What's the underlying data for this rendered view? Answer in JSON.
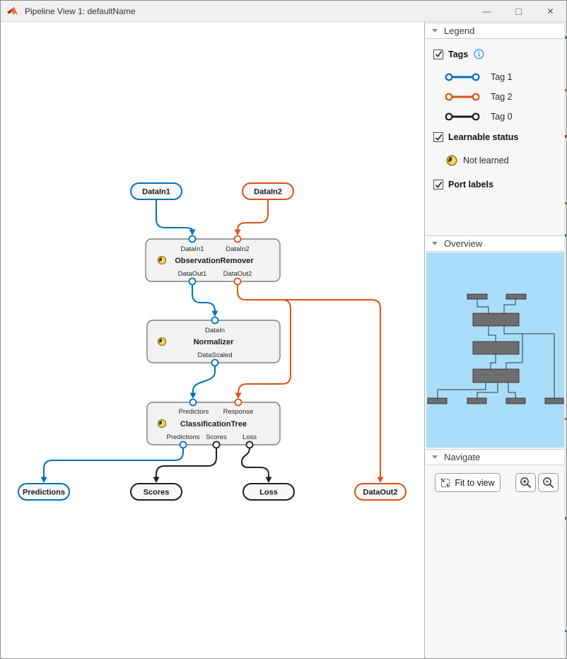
{
  "window": {
    "title": "Pipeline View 1: defaultName",
    "controls": {
      "minimize": "—",
      "maximize": "□",
      "close": "✕"
    }
  },
  "icons": {
    "matlab-logo": "triangle-membrane",
    "info": "ⓘ",
    "not-learned-clock": "🕖",
    "fit-to-view": "⛶",
    "zoom-in": "🔍+",
    "zoom-out": "🔍−",
    "collapse-arrow": "▾",
    "checkbox-checked": "☑"
  },
  "colors": {
    "tag1_blue": "#0072BD",
    "tag2_orange": "#D95319",
    "tag0_black": "#1F1F1F",
    "minimap_bg": "#AADDFA",
    "block_fill": "#F2F2F2"
  },
  "diagram": {
    "inputs": [
      {
        "label": "DataIn1",
        "tag": "Tag 1"
      },
      {
        "label": "DataIn2",
        "tag": "Tag 2"
      }
    ],
    "blocks": [
      {
        "title": "ObservationRemover",
        "status": "Not learned",
        "in_ports": [
          "DataIn1",
          "DataIn2"
        ],
        "out_ports": [
          "DataOut1",
          "DataOut2"
        ]
      },
      {
        "title": "Normalizer",
        "status": "Not learned",
        "in_ports": [
          "DataIn"
        ],
        "out_ports": [
          "DataScaled"
        ]
      },
      {
        "title": "ClassificationTree",
        "status": "Not learned",
        "in_ports": [
          "Predictors",
          "Response"
        ],
        "out_ports": [
          "Predictions",
          "Scores",
          "Loss"
        ]
      }
    ],
    "outputs": [
      {
        "label": "Predictions",
        "tag": "Tag 1"
      },
      {
        "label": "Scores",
        "tag": "Tag 0"
      },
      {
        "label": "Loss",
        "tag": "Tag 0"
      },
      {
        "label": "DataOut2",
        "tag": "Tag 2"
      }
    ]
  },
  "sidebar": {
    "legend": {
      "header": "Legend",
      "tags_label": "Tags",
      "tags": [
        {
          "label": "Tag 1",
          "color": "#0072BD"
        },
        {
          "label": "Tag 2",
          "color": "#D95319"
        },
        {
          "label": "Tag 0",
          "color": "#1F1F1F"
        }
      ],
      "learnable_label": "Learnable status",
      "not_learned_label": "Not learned",
      "port_labels_label": "Port labels"
    },
    "overview": {
      "header": "Overview"
    },
    "navigate": {
      "header": "Navigate",
      "fit_label": "Fit to view"
    }
  }
}
